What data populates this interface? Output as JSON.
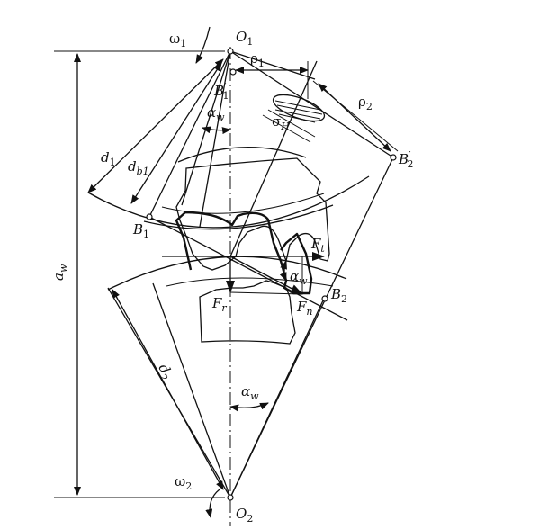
{
  "labels": {
    "omega1": "ω",
    "omega1_sub": "1",
    "O1": "O",
    "O1_sub": "1",
    "rho1": "ρ",
    "rho1_sub": "1",
    "rho2": "ρ",
    "rho2_sub": "2",
    "B1p": "B",
    "B1p_sub": "1",
    "B1p_prime": "′",
    "B2p": "B",
    "B2p_sub": "2",
    "B2p_prime": "′",
    "alpha_w_top": "α",
    "alpha_w_top_sub": "w",
    "sigmaH": "σ",
    "sigmaH_sub": "H",
    "d1": "d",
    "d1_sub": "1",
    "db1": "d",
    "db1_sub": "b1",
    "B1": "B",
    "B1_sub": "1",
    "Ft": "F",
    "Ft_sub": "t",
    "alpha_w_mid": "α",
    "alpha_w_mid_sub": "w",
    "B2": "B",
    "B2_sub": "2",
    "Fr": "F",
    "Fr_sub": "r",
    "Fn": "F",
    "Fn_sub": "n",
    "aw": "a",
    "aw_sub": "w",
    "d2": "d",
    "d2_sub": "2",
    "alpha_w_bot": "α",
    "alpha_w_bot_sub": "w",
    "omega2": "ω",
    "omega2_sub": "2",
    "O2": "O",
    "O2_sub": "2"
  }
}
